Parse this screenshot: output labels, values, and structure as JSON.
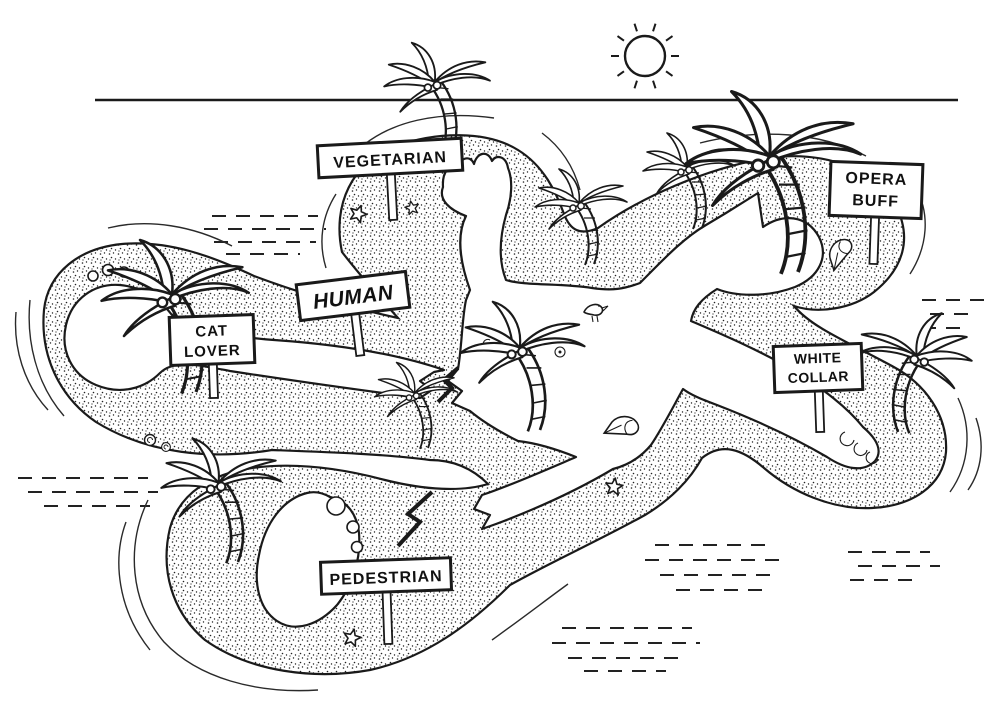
{
  "illustration": {
    "signs": {
      "vegetarian": {
        "lines": [
          "VEGETARIAN"
        ]
      },
      "opera_buff": {
        "lines": [
          "OPERA",
          "BUFF"
        ]
      },
      "human": {
        "lines": [
          "HUMAN"
        ]
      },
      "cat_lover": {
        "lines": [
          "CAT",
          "LOVER"
        ]
      },
      "white_collar": {
        "lines": [
          "WHITE",
          "COLLAR"
        ]
      },
      "pedestrian": {
        "lines": [
          "PEDESTRIAN"
        ]
      }
    },
    "colors": {
      "ink": "#1a1a1a",
      "paper": "#ffffff"
    }
  }
}
